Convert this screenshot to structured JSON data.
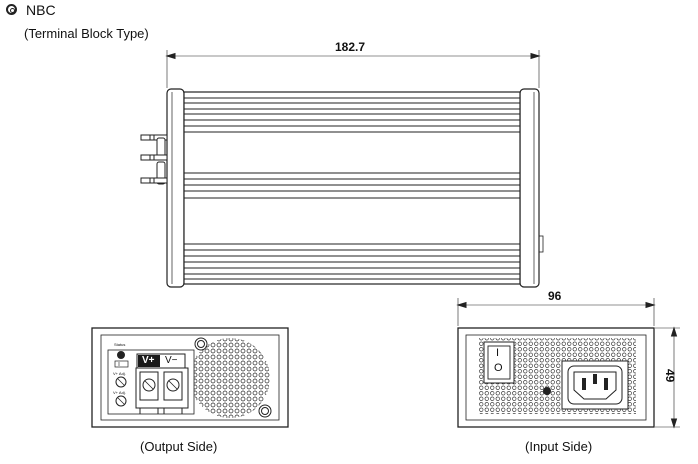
{
  "header": {
    "model": "NBC",
    "subtitle": "(Terminal Block Type)"
  },
  "dimensions": {
    "length": "182.7",
    "width": "96",
    "height": "49"
  },
  "output_side": {
    "caption": "(Output Side)",
    "status_label": "Status",
    "terminal_pos": "V+",
    "terminal_neg": "V−",
    "adj_label_1": "V+ Adj.",
    "adj_label_2": "V+ Adj."
  },
  "input_side": {
    "caption": "(Input Side)",
    "switch_on": "I",
    "switch_off": "O"
  },
  "colors": {
    "line": "#222222",
    "fill": "#ffffff",
    "terminal_fill": "#1a1a1a"
  }
}
